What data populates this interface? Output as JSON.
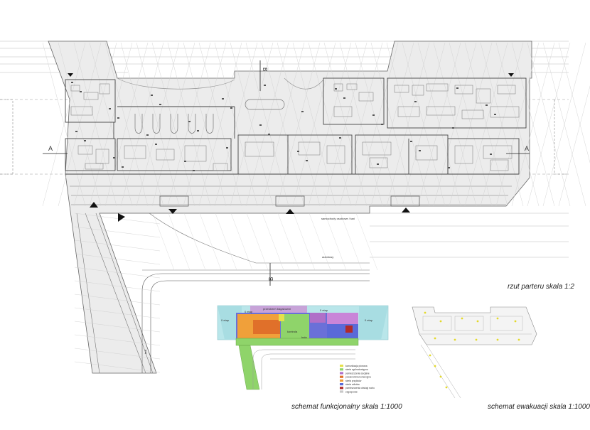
{
  "plan": {
    "caption": "rzut parteru skala 1:2",
    "section_markers": [
      "A",
      "A",
      "B",
      "B"
    ],
    "labels": {
      "lane_upper": "samochody osobowe / taxi",
      "lane_lower": "autobusy",
      "road": "taxi"
    }
  },
  "functional_schema": {
    "caption": "schemat funkcjonalny skala 1:1000",
    "zone_labels": [
      "0 etap",
      "0 etap",
      "0 etap",
      "0 etap",
      "przestrzeń bagażowni",
      "kontrola",
      "hala"
    ],
    "legend": [
      {
        "label": "komunikacja pionowa",
        "color": "#e6e04a"
      },
      {
        "label": "strefa ogólnodostępna",
        "color": "#8fd46a"
      },
      {
        "label": "pomieszczenia socjalne",
        "color": "#b070c8"
      },
      {
        "label": "powierzchnia komercyjna",
        "color": "#e0702a"
      },
      {
        "label": "strefa przylotów",
        "color": "#f0a03a"
      },
      {
        "label": "strefa odlotów",
        "color": "#5a6ad8"
      },
      {
        "label": "pomieszczenia obsługi ruchu",
        "color": "#b02a2a"
      },
      {
        "label": "zagospodar.",
        "color": "#c8c8c8"
      }
    ]
  },
  "evacuation_schema": {
    "caption": "schemat ewakuacji skala 1:1000"
  }
}
